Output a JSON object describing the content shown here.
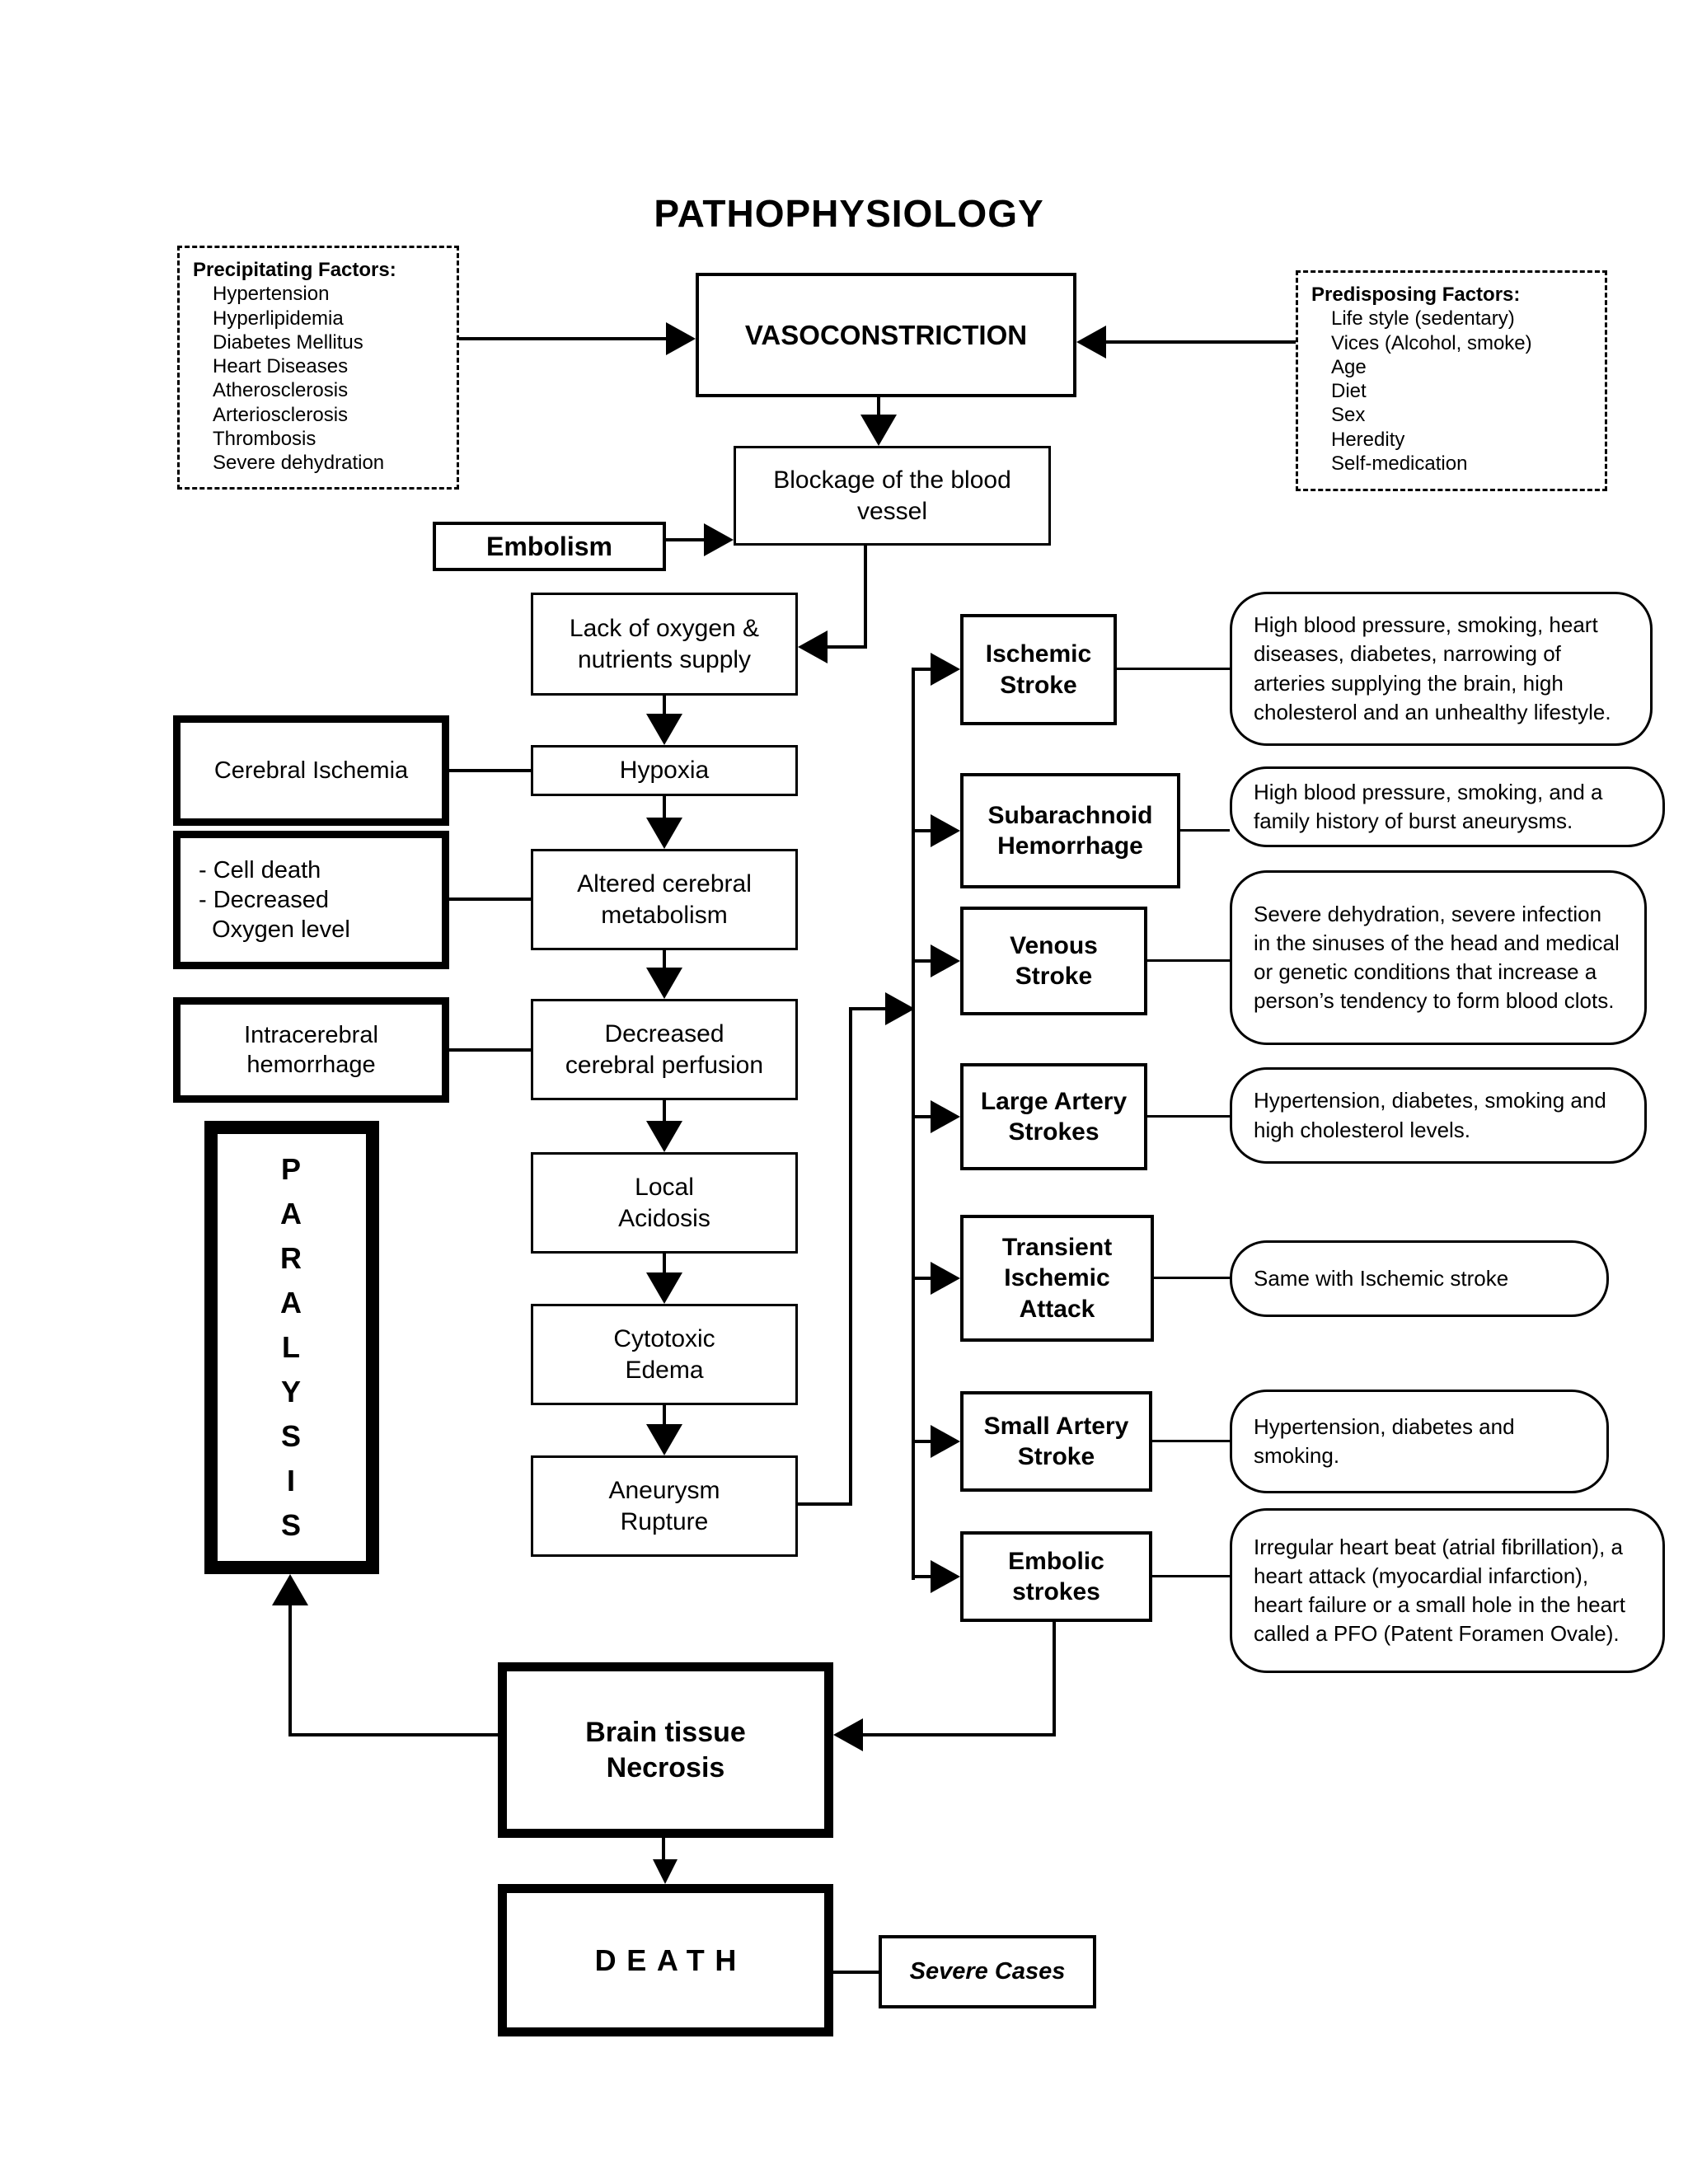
{
  "title": "PATHOPHYSIOLOGY",
  "precipitating": {
    "header": "Precipitating Factors:",
    "items": [
      "Hypertension",
      "Hyperlipidemia",
      "Diabetes Mellitus",
      "Heart Diseases",
      "Atherosclerosis",
      "Arteriosclerosis",
      "Thrombosis",
      "Severe dehydration"
    ]
  },
  "predisposing": {
    "header": "Predisposing Factors:",
    "items": [
      "Life style (sedentary)",
      "Vices (Alcohol, smoke)",
      "Age",
      "Diet",
      "Sex",
      "Heredity",
      "Self-medication"
    ]
  },
  "nodes": {
    "vasoconstriction": "VASOCONSTRICTION",
    "blockage": "Blockage of the blood\nvessel",
    "embolism": "Embolism",
    "lack_oxygen": "Lack of oxygen &\nnutrients supply",
    "hypoxia": "Hypoxia",
    "altered_metabolism": "Altered cerebral\nmetabolism",
    "decreased_perfusion": "Decreased\ncerebral perfusion",
    "local_acidosis": "Local\nAcidosis",
    "cytotoxic_edema": "Cytotoxic\nEdema",
    "aneurysm_rupture": "Aneurysm\nRupture",
    "cerebral_ischemia": "Cerebral Ischemia",
    "cell_death": "- Cell death\n- Decreased\n  Oxygen level",
    "intracerebral_hemorrhage": "Intracerebral\nhemorrhage",
    "paralysis": "P\nA\nR\nA\nL\nY\nS\nI\nS",
    "brain_necrosis": "Brain tissue\nNecrosis",
    "death": "DEATH",
    "severe_cases": "Severe Cases"
  },
  "strokes": [
    {
      "label": "Ischemic\nStroke",
      "description": "High blood pressure, smoking, heart diseases, diabetes, narrowing of arteries supplying the brain, high cholesterol and an unhealthy lifestyle."
    },
    {
      "label": "Subarachnoid\nHemorrhage",
      "description": "High blood pressure, smoking, and a family history of burst aneurysms."
    },
    {
      "label": "Venous\nStroke",
      "description": "Severe dehydration, severe infection in the sinuses of the head and medical or genetic conditions that increase a person’s tendency to form blood clots."
    },
    {
      "label": "Large Artery\nStrokes",
      "description": "Hypertension, diabetes, smoking and high cholesterol levels."
    },
    {
      "label": "Transient\nIschemic\nAttack",
      "description": "Same with Ischemic stroke"
    },
    {
      "label": "Small Artery\nStroke",
      "description": "Hypertension, diabetes and smoking."
    },
    {
      "label": "Embolic\nstrokes",
      "description": "Irregular heart beat (atrial fibrillation), a heart attack (myocardial infarction), heart failure or a small hole in the heart called a PFO (Patent Foramen Ovale)."
    }
  ],
  "colors": {
    "ink": "#000000",
    "background": "#ffffff"
  }
}
